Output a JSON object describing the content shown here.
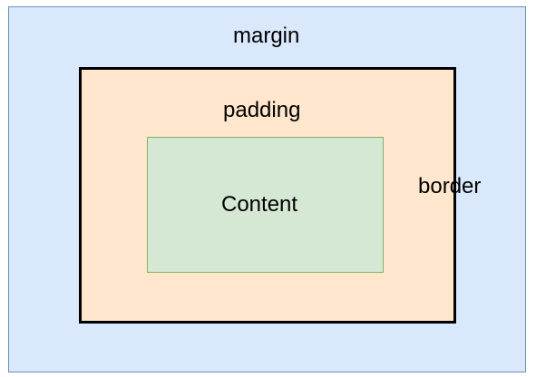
{
  "diagram": {
    "margin_label": "margin",
    "padding_label": "padding",
    "border_label": "border",
    "content_label": "Content"
  },
  "colors": {
    "margin_fill": "#dae8fc",
    "margin_stroke": "#6c8ebf",
    "padding_fill": "#ffe6cc",
    "border_stroke": "#000000",
    "content_fill": "#d5e8d4",
    "content_stroke": "#82b366"
  }
}
